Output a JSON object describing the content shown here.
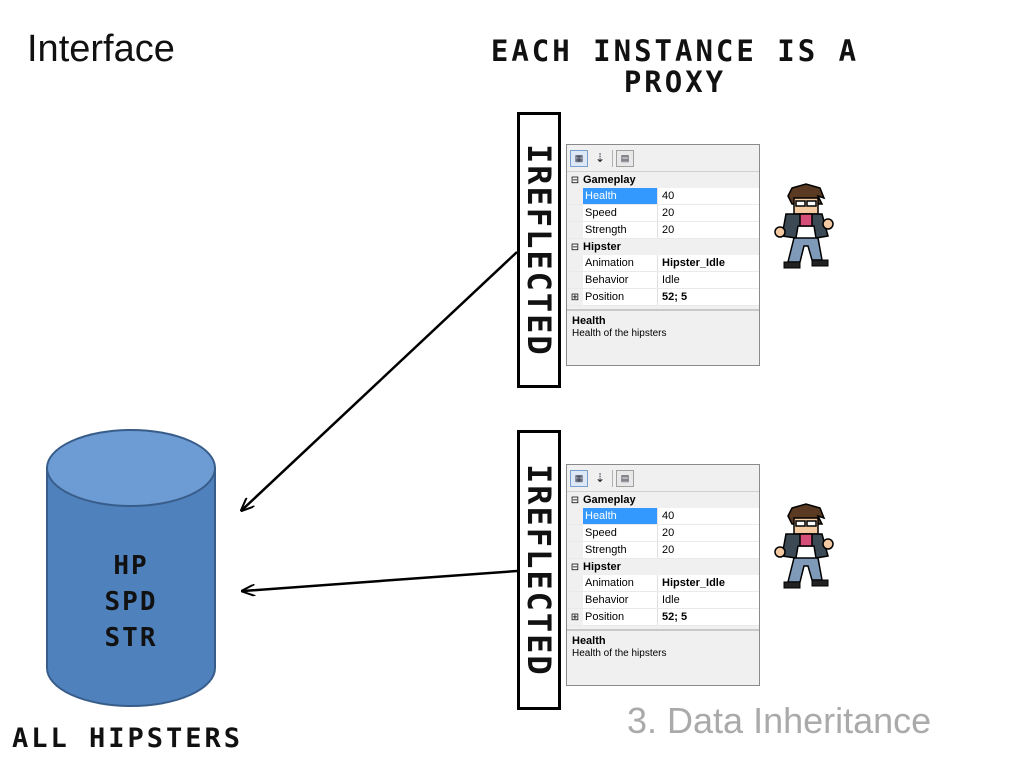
{
  "slide": {
    "title": "Interface",
    "headline": "EACH INSTANCE IS A PROXY",
    "footer_label": "ALL HIPSTERS",
    "caption": "3. Data Inheritance"
  },
  "database": {
    "lines": [
      "HP",
      "SPD",
      "STR"
    ],
    "fill_color": "#4f81bd"
  },
  "instances": [
    {
      "tag": "IREFLECTED",
      "grid": {
        "categories": [
          {
            "name": "Gameplay",
            "toggle": "⊟",
            "props": [
              {
                "name": "Health",
                "value": "40",
                "selected": true
              },
              {
                "name": "Speed",
                "value": "20"
              },
              {
                "name": "Strength",
                "value": "20"
              }
            ]
          },
          {
            "name": "Hipster",
            "toggle": "⊟",
            "props": [
              {
                "name": "Animation",
                "value": "Hipster_Idle",
                "bold": true
              },
              {
                "name": "Behavior",
                "value": "Idle"
              },
              {
                "name": "Position",
                "value": "52; 5",
                "bold": true,
                "expander": "⊞"
              }
            ]
          }
        ],
        "help_title": "Health",
        "help_desc": "Health of the hipsters"
      }
    },
    {
      "tag": "IREFLECTED",
      "grid": {
        "categories": [
          {
            "name": "Gameplay",
            "toggle": "⊟",
            "props": [
              {
                "name": "Health",
                "value": "40",
                "selected": true
              },
              {
                "name": "Speed",
                "value": "20"
              },
              {
                "name": "Strength",
                "value": "20"
              }
            ]
          },
          {
            "name": "Hipster",
            "toggle": "⊟",
            "props": [
              {
                "name": "Animation",
                "value": "Hipster_Idle",
                "bold": true
              },
              {
                "name": "Behavior",
                "value": "Idle"
              },
              {
                "name": "Position",
                "value": "52; 5",
                "bold": true,
                "expander": "⊞"
              }
            ]
          }
        ],
        "help_title": "Health",
        "help_desc": "Health of the hipsters"
      }
    }
  ],
  "toolbar_icons": [
    "categorized-icon",
    "alphabetical-sort-icon",
    "property-pages-icon"
  ]
}
